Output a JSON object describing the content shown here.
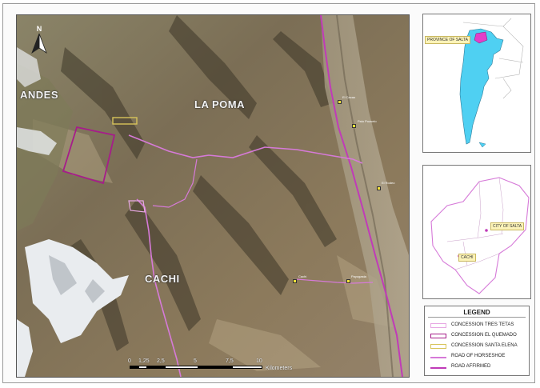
{
  "map": {
    "regions": {
      "andes": "ANDES",
      "la_poma": "LA POMA",
      "cachi": "CACHI"
    },
    "north_label": "N",
    "towns": [
      {
        "name": "El Cacao"
      },
      {
        "name": "Palo Pozuelo"
      },
      {
        "name": "El Rodeo"
      },
      {
        "name": "Cachi"
      },
      {
        "name": "Payogasta"
      }
    ],
    "scale": {
      "ticks": [
        "0",
        "1,25",
        "2,5",
        "5",
        "7,5",
        "10"
      ],
      "unit": "Kilometers"
    },
    "colors": {
      "concession_tres_tetas": "#e7a8e3",
      "concession_el_quemado": "#a61d8a",
      "concession_santa_elena": "#d8c45a",
      "road_of_horseshoe": "#d67ad8",
      "road_affirmed": "#c03bb8",
      "salta_province": "#4fd0f2"
    }
  },
  "inset_country": {
    "label": "PROVINCE OF SALTA"
  },
  "inset_province": {
    "city_label": "CITY OF SALTA",
    "cachi_label": "CACHI"
  },
  "legend": {
    "title": "LEGEND",
    "items": [
      {
        "label": "CONCESSION TRES TETAS",
        "kind": "box",
        "color": "#e7a8e3"
      },
      {
        "label": "CONCESSION EL QUEMADO",
        "kind": "box",
        "color": "#a61d8a"
      },
      {
        "label": "CONCESSION SANTA ELENA",
        "kind": "box",
        "color": "#d8c45a"
      },
      {
        "label": "ROAD OF HORSESHOE",
        "kind": "line",
        "color": "#d67ad8"
      },
      {
        "label": "ROAD AFFIRMED",
        "kind": "line",
        "color": "#c03bb8"
      }
    ]
  }
}
